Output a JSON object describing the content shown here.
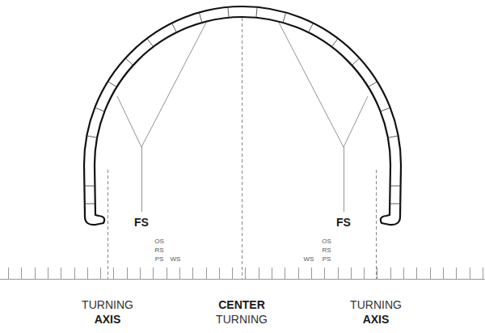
{
  "diagram": {
    "labels": [
      "FS",
      "OS",
      "RS",
      "PS",
      "WS",
      "FS",
      "OS",
      "RS",
      "WS",
      "PS",
      "TURNING",
      "AXIS",
      "CENTER",
      "TURNING",
      "TURNING",
      "AXIS"
    ]
  }
}
